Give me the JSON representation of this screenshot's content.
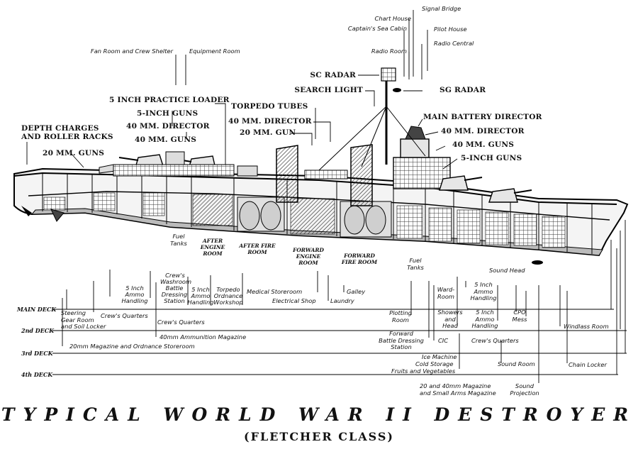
{
  "title": "TYPICAL WORLD WAR II DESTROYER",
  "subtitle": "(FLETCHER CLASS)",
  "top_labels": {
    "signal_bridge": "Signal Bridge",
    "chart_house": "Chart House",
    "captains_sea_cabin": "Captain's Sea Cabin",
    "pilot_house": "Pilot House",
    "radio_room": "Radio Room",
    "radio_central": "Radio Central",
    "fan_room": "Fan Room and Crew Shelter",
    "equipment_room": "Equipment Room"
  },
  "callouts": {
    "sc_radar": "SC RADAR",
    "sg_radar": "SG RADAR",
    "search_light": "SEARCH LIGHT",
    "practice_loader": "5 INCH PRACTICE LOADER",
    "torpedo_tubes": "TORPEDO TUBES",
    "main_battery_director": "MAIN BATTERY DIRECTOR",
    "five_inch_guns_aft": "5-INCH GUNS",
    "director_40_aft": "40 MM. DIRECTOR",
    "director_40_mid": "40 MM. DIRECTOR",
    "gun_20_mid": "20 MM. GUN",
    "guns_40_aft": "40 MM. GUNS",
    "director_40_fwd": "40 MM. DIRECTOR",
    "guns_40_fwd": "40 MM. GUNS",
    "five_inch_guns_fwd": "5-INCH GUNS",
    "depth_charges_1": "DEPTH CHARGES",
    "depth_charges_2": "AND ROLLER RACKS",
    "guns_20_aft": "20 MM. GUNS"
  },
  "hull_labels": {
    "fuel_tanks_aft_1": "Fuel",
    "fuel_tanks_aft_2": "Tanks",
    "after_engine_1": "AFTER",
    "after_engine_2": "ENGINE",
    "after_engine_3": "ROOM",
    "after_fire_1": "AFTER FIRE",
    "after_fire_2": "ROOM",
    "fwd_engine_1": "FORWARD",
    "fwd_engine_2": "ENGINE",
    "fwd_engine_3": "ROOM",
    "fwd_fire_1": "FORWARD",
    "fwd_fire_2": "FIRE ROOM",
    "fuel_tanks_fwd_1": "Fuel",
    "fuel_tanks_fwd_2": "Tanks",
    "sound_head": "Sound Head"
  },
  "decks": {
    "main": "MAIN DECK",
    "second": "2nd DECK",
    "third": "3rd DECK",
    "fourth": "4th DECK"
  },
  "lower_labels": {
    "crews_washroom_1": "Crew's",
    "crews_washroom_2": "Washroom",
    "battle_dressing_1": "Battle",
    "battle_dressing_2": "Dressing",
    "battle_dressing_3": "Station",
    "ammo_handling_a_1": "5 Inch",
    "ammo_handling_a_2": "Ammo",
    "ammo_handling_a_3": "Handling",
    "ammo_handling_b_1": "5 Inch",
    "ammo_handling_b_2": "Ammo",
    "ammo_handling_b_3": "Handling",
    "torpedo_workshop_1": "Torpedo",
    "torpedo_workshop_2": "Ordnance",
    "torpedo_workshop_3": "Workshop",
    "medical_storeroom": "Medical Storeroom",
    "electrical_shop": "Electrical Shop",
    "galley": "Galley",
    "laundry": "Laundry",
    "steering_1": "Steering",
    "steering_2": "Gear Room",
    "steering_3": "and Soil Locker",
    "crews_quarters_aft": "Crew's Quarters",
    "crews_quarters_mid": "Crew's Quarters",
    "ammo_magazine_40": "40mm Ammunition Magazine",
    "magazine_20": "20mm Magazine and Ordnance Storeroom",
    "plotting_1": "Plotting",
    "plotting_2": "Room",
    "ward_room_1": "Ward-",
    "ward_room_2": "Room",
    "showers_1": "Showers",
    "showers_2": "and",
    "showers_3": "Head",
    "ammo_fwd_a_1": "5 Inch",
    "ammo_fwd_a_2": "Ammo",
    "ammo_fwd_a_3": "Handling",
    "ammo_fwd_b_1": "5 Inch",
    "ammo_fwd_b_2": "Ammo",
    "ammo_fwd_b_3": "Handling",
    "cpo_mess_1": "CPO",
    "cpo_mess_2": "Mess",
    "windlass_room": "Windlass Room",
    "fwd_battle_1": "Forward",
    "fwd_battle_2": "Battle Dressing",
    "fwd_battle_3": "Station",
    "cic": "CIC",
    "crews_quarters_fwd": "Crew's Quarters",
    "ice_machine": "Ice Machine",
    "cold_storage": "Cold Storage",
    "fruits_veg": "Fruits and Vegetables",
    "sound_room": "Sound Room",
    "chain_locker": "Chain Locker",
    "magazine_2040_1": "20 and 40mm Magazine",
    "magazine_2040_2": "and Small Arms Magazine",
    "sound_projection_1": "Sound",
    "sound_projection_2": "Projection"
  }
}
